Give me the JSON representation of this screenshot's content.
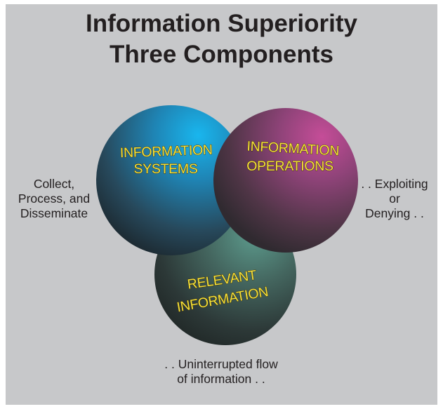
{
  "title": {
    "line1": "Information Superiority",
    "line2": "Three Components"
  },
  "circles": [
    {
      "id": "systems",
      "lines": [
        "INFORMATION",
        "SYSTEMS"
      ],
      "color": "#1e9ed6"
    },
    {
      "id": "operations",
      "lines": [
        "INFORMATION",
        "OPERATIONS"
      ],
      "color": "#b5498f"
    },
    {
      "id": "relevant",
      "lines": [
        "RELEVANT",
        "INFORMATION"
      ],
      "color": "#4f8a7e"
    }
  ],
  "notes": {
    "left": [
      "Collect,",
      "Process, and",
      "Disseminate"
    ],
    "right": [
      ". . Exploiting",
      "or",
      "Denying . ."
    ],
    "bottom": [
      ". . Uninterrupted flow",
      "of information . ."
    ]
  }
}
